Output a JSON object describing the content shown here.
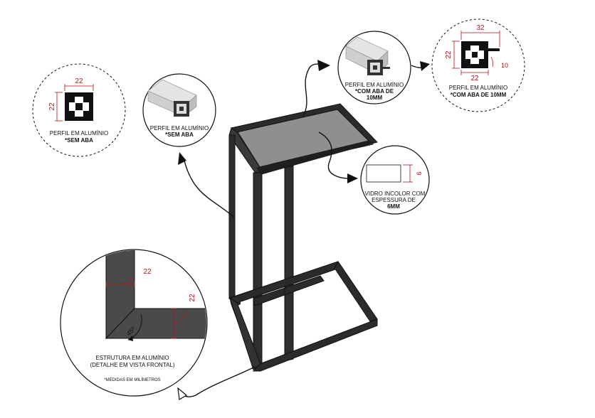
{
  "detail_sem_aba": {
    "dim_w": "22",
    "dim_h": "22",
    "label_line1": "PERFIL EM ALUMÍNIO",
    "label_line2": "*SEM ABA"
  },
  "render_sem_aba": {
    "label_line1": "PERFIL EM ALUMÍNIO",
    "label_line2": "*SEM ABA"
  },
  "render_com_aba": {
    "label_line1": "PERFIL EM ALUMÍNIO",
    "label_line2": "*COM ABA DE",
    "label_line3": "10MM"
  },
  "detail_com_aba": {
    "dim_top": "32",
    "dim_h": "22",
    "dim_bottom": "22",
    "dim_flange": "10",
    "label_line1": "PERFIL EM ALUMÍNIO",
    "label_line2": "*COM ABA DE 10MM"
  },
  "glass": {
    "dim": "6",
    "label_line1": "VIDRO INCOLOR COM",
    "label_line2": "ESPESSURA DE",
    "label_line3": "6MM"
  },
  "corner_detail": {
    "dim_top": "22",
    "dim_side": "22",
    "angle": "45º",
    "label_line1": "ESTRUTURA EM ALUMÍNIO",
    "label_line2": "(DETALHE EM VISTA FRONTAL)",
    "note": "*MEDIDAS EM MILÍMETROS"
  },
  "colors": {
    "frame": "#2b2b2b",
    "dimension": "#b0141c",
    "glass": "#8a8a8a"
  }
}
